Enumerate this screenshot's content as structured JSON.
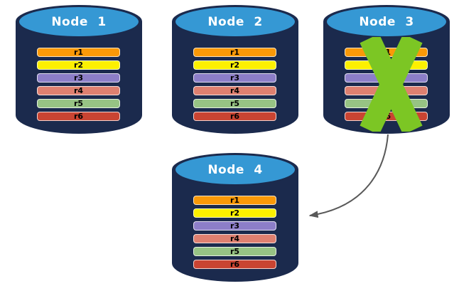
{
  "colors": {
    "background": "#FFFFFF",
    "cylinder_body": "#1B2A4D",
    "cylinder_top": "#3598D4",
    "failure_x": "#7CC624",
    "arrow": "#595959"
  },
  "icons": {
    "failure": "green-x-icon",
    "failover": "curved-arrow-icon"
  },
  "nodes": [
    {
      "title": "Node 1",
      "failed": false,
      "replicas": [
        {
          "label": "r1",
          "color": "#FA9908"
        },
        {
          "label": "r2",
          "color": "#FDF000"
        },
        {
          "label": "r3",
          "color": "#8C7EC8"
        },
        {
          "label": "r4",
          "color": "#DE8070"
        },
        {
          "label": "r5",
          "color": "#97C384"
        },
        {
          "label": "r6",
          "color": "#C94432"
        }
      ]
    },
    {
      "title": "Node 2",
      "failed": false,
      "replicas": [
        {
          "label": "r1",
          "color": "#FA9908"
        },
        {
          "label": "r2",
          "color": "#FDF000"
        },
        {
          "label": "r3",
          "color": "#8C7EC8"
        },
        {
          "label": "r4",
          "color": "#DE8070"
        },
        {
          "label": "r5",
          "color": "#97C384"
        },
        {
          "label": "r6",
          "color": "#C94432"
        }
      ]
    },
    {
      "title": "Node 3",
      "failed": true,
      "replicas": [
        {
          "label": "r1",
          "color": "#FA9908"
        },
        {
          "label": "r2",
          "color": "#FDF000"
        },
        {
          "label": "r3",
          "color": "#8C7EC8"
        },
        {
          "label": "r4",
          "color": "#DE8070"
        },
        {
          "label": "r5",
          "color": "#97C384"
        },
        {
          "label": "r6",
          "color": "#C94432"
        }
      ]
    },
    {
      "title": "Node 4",
      "failed": false,
      "replicas": [
        {
          "label": "r1",
          "color": "#FA9908"
        },
        {
          "label": "r2",
          "color": "#FDF000"
        },
        {
          "label": "r3",
          "color": "#8C7EC8"
        },
        {
          "label": "r4",
          "color": "#DE8070"
        },
        {
          "label": "r5",
          "color": "#97C384"
        },
        {
          "label": "r6",
          "color": "#C94432"
        }
      ]
    }
  ]
}
